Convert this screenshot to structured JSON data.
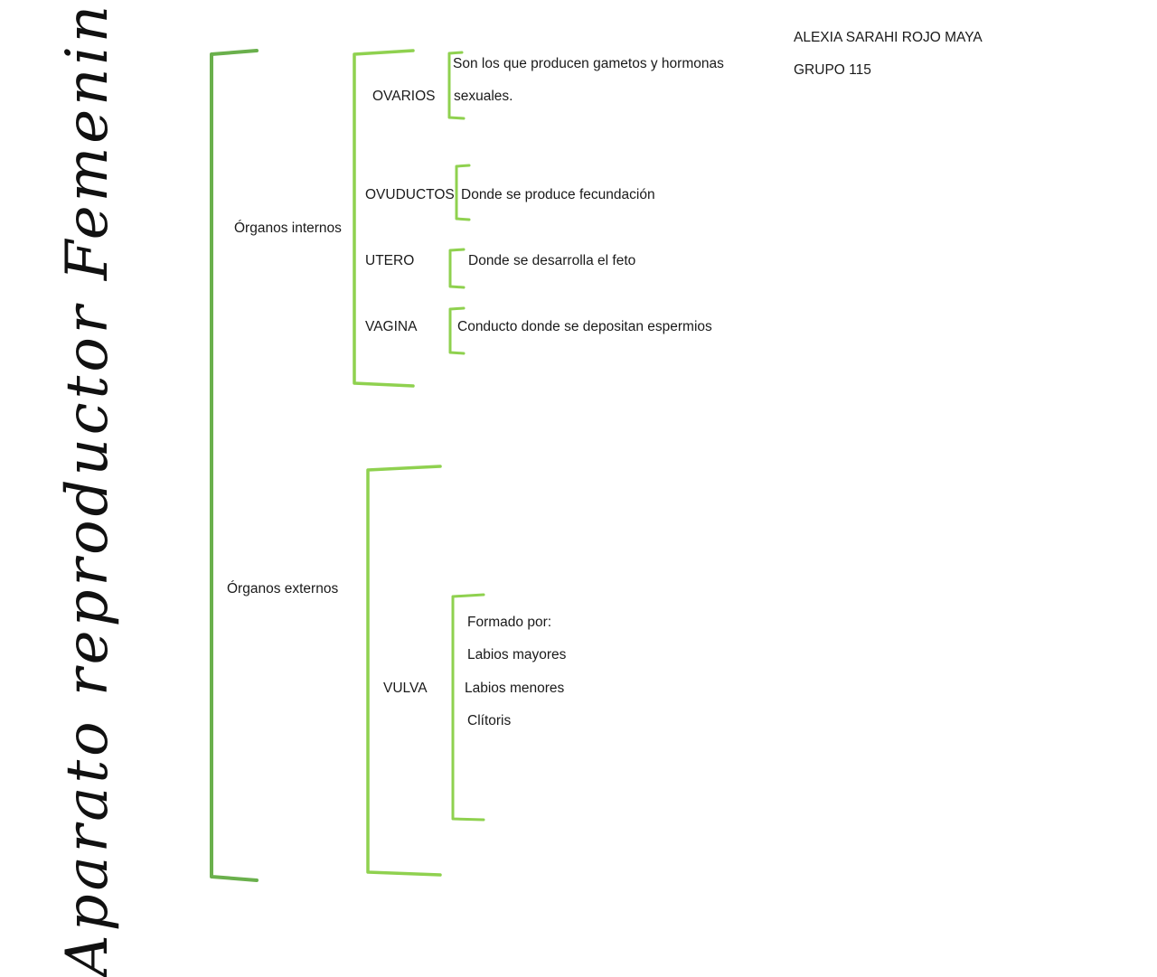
{
  "title": "Aparato reproductor Femenino",
  "author": {
    "name": "ALEXIA SARAHI ROJO MAYA",
    "group": "GRUPO 115"
  },
  "colors": {
    "bracket_dark": "#6ab04c",
    "bracket_light": "#8fd14f",
    "text": "#1a1a1a"
  },
  "internal": {
    "label": "Órganos internos",
    "organs": [
      {
        "name": "OVARIOS",
        "description_line1": "Son los que producen gametos y hormonas",
        "description_line2": "sexuales."
      },
      {
        "name": "OVUDUCTOS",
        "description": "Donde se produce fecundación"
      },
      {
        "name": "UTERO",
        "description": "Donde se desarrolla el feto"
      },
      {
        "name": "VAGINA",
        "description": "Conducto donde se depositan espermios"
      }
    ]
  },
  "external": {
    "label": "Órganos externos",
    "organs": [
      {
        "name": "VULVA",
        "description": {
          "heading": "Formado por:",
          "items": [
            "Labios mayores",
            "Labios menores",
            "Clítoris"
          ]
        }
      }
    ]
  }
}
